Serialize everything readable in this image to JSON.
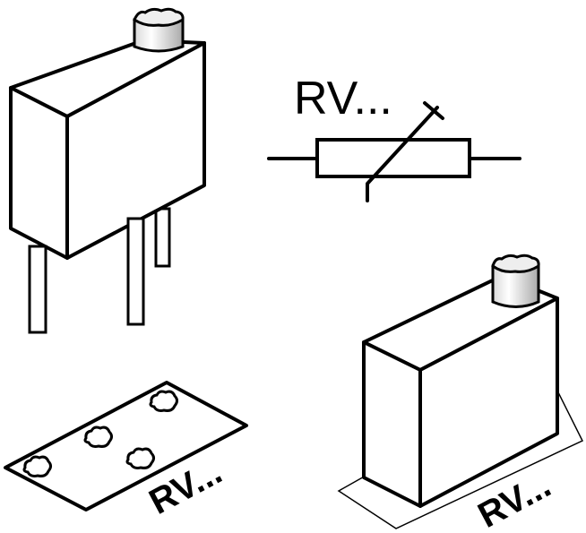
{
  "diagram": {
    "labels": {
      "symbol_label": "RV...",
      "footprint_label": "RV...",
      "smd_label": "RV..."
    }
  },
  "colors": {
    "line": "#000000",
    "background": "#ffffff",
    "screw_light": "#f2f2f2",
    "screw_shade": "#b8b8b8"
  },
  "icons": [
    "trimmer-potentiometer-through-hole",
    "variable-resistor-symbol",
    "pcb-footprint",
    "trimmer-potentiometer-smd"
  ]
}
